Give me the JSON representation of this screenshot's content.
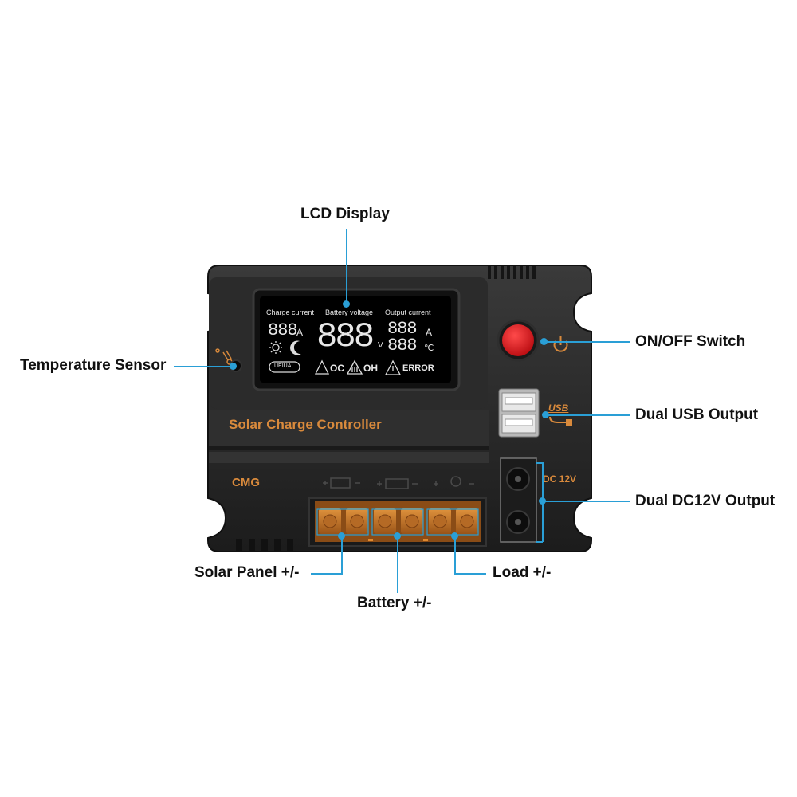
{
  "device": {
    "product_label": "Solar Charge Controller",
    "brand": "CMG",
    "dc_label": "DC 12V",
    "usb_label": "USB",
    "lcd": {
      "charge_current": "Charge current",
      "battery_voltage": "Battery voltage",
      "output_current": "Output current",
      "digits_small_1": "888",
      "digits_big": "888",
      "digits_small_2": "888",
      "digits_small_3": "888",
      "unit_a1": "A",
      "unit_v": "V",
      "unit_a2": "A",
      "unit_c": "℃",
      "badge": "UEIUA",
      "oc": "OC",
      "oh": "OH",
      "error": "ERROR"
    }
  },
  "callouts": {
    "lcd_display": "LCD Display",
    "temperature_sensor": "Temperature Sensor",
    "on_off_switch": "ON/OFF Switch",
    "dual_usb_output": "Dual USB Output",
    "dual_dc12v_output": "Dual DC12V Output",
    "solar_panel": "Solar Panel +/-",
    "battery": "Battery +/-",
    "load": "Load +/-"
  },
  "colors": {
    "accent_line": "#2a9fd6",
    "label_orange": "#d98a3c",
    "switch_red": "#e3161c",
    "terminal_orange": "#c8762b"
  }
}
